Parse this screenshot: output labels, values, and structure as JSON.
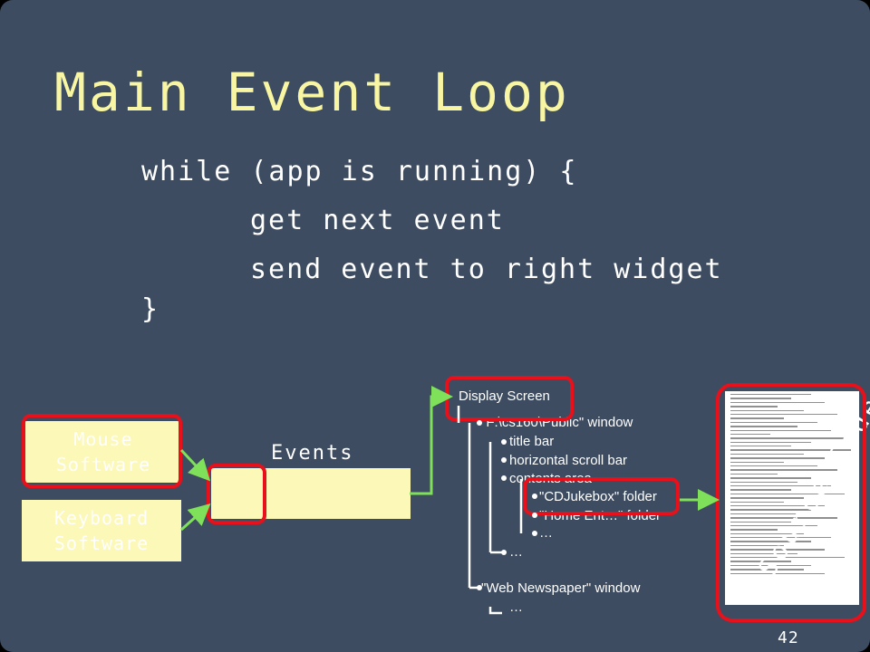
{
  "title": "Main Event Loop",
  "code": {
    "line1": "while (app is running) {",
    "line2": "get next event",
    "line3": "send event to right widget",
    "line4": "}"
  },
  "inputs": {
    "mouse": [
      "Mouse",
      "Software"
    ],
    "keyboard": [
      "Keyboard",
      "Software"
    ]
  },
  "queue_label": "Events",
  "tree": {
    "root": "Display Screen",
    "window1": "\"F:\\cs160\\Public\" window",
    "title_bar": "title bar",
    "scroll_bar": "horizontal scroll bar",
    "contents": "contents area",
    "folder1": "\"CDJukebox\" folder",
    "folder2": "\"Home Ent…\" folder",
    "ellipsis_inner": "…",
    "ellipsis_mid": "…",
    "window2": "\"Web Newspaper\" window",
    "ellipsis_bottom": "…"
  },
  "source_code_label": "Source Code",
  "page_number": "42",
  "colors": {
    "background": "#3d4c60",
    "title": "#f8f6a2",
    "box": "#fcf8b8",
    "highlight": "#e8101a",
    "arrow": "#7fe05a"
  }
}
